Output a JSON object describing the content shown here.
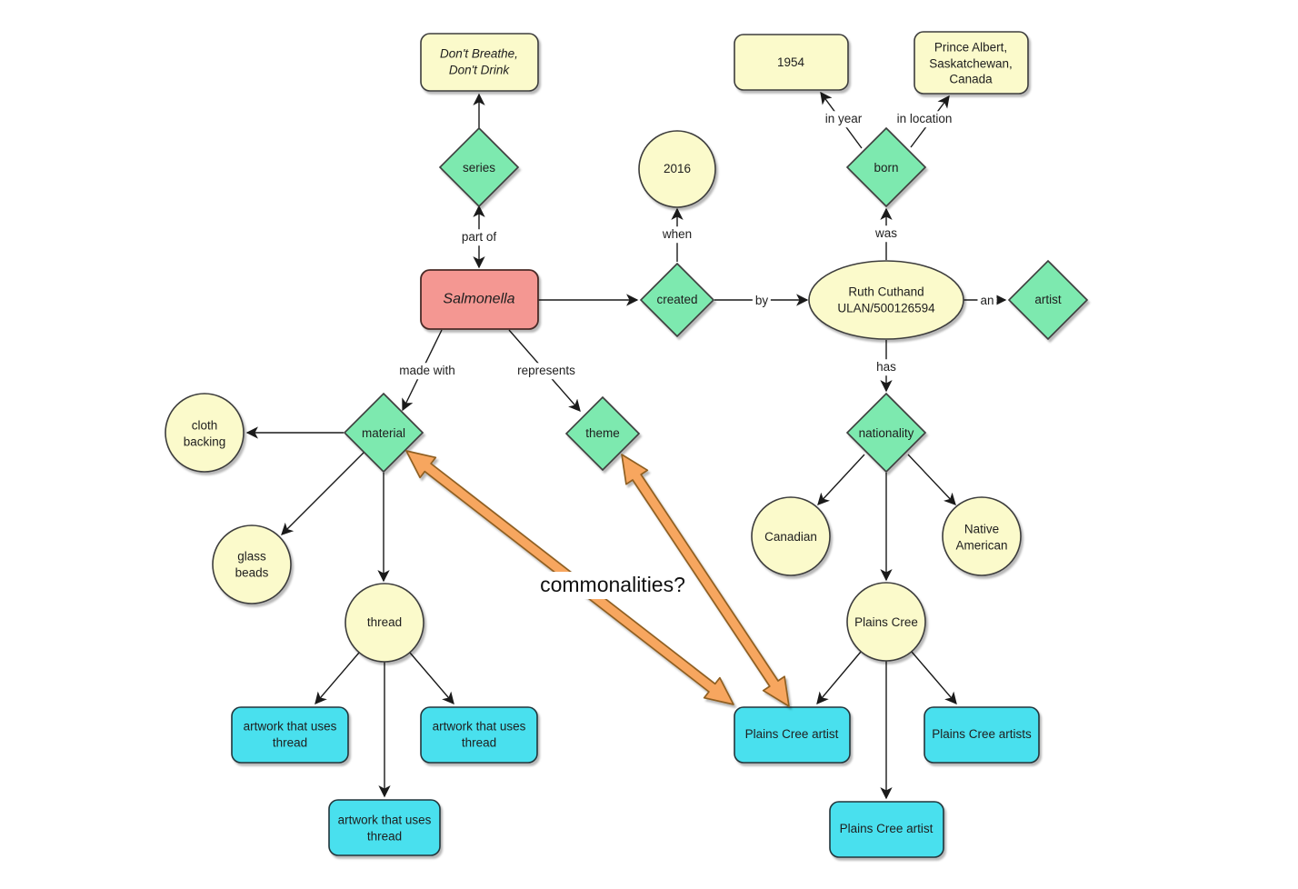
{
  "diagram": {
    "nodes": {
      "dont_breathe": "Don't Breathe,\nDon't Drink",
      "series": "series",
      "salmonella": "Salmonella",
      "year_2016": "2016",
      "created": "created",
      "ruth_cuthand": "Ruth Cuthand\nULAN/500126594",
      "artist": "artist",
      "year_1954": "1954",
      "birthplace": "Prince Albert,\nSaskatchewan,\nCanada",
      "born": "born",
      "material": "material",
      "theme": "theme",
      "nationality": "nationality",
      "cloth_backing": "cloth\nbacking",
      "glass_beads": "glass\nbeads",
      "thread": "thread",
      "canadian": "Canadian",
      "native_american": "Native\nAmerican",
      "plains_cree": "Plains Cree",
      "artwork_thread_left": "artwork that uses\nthread",
      "artwork_thread_right": "artwork that uses\nthread",
      "artwork_thread_bottom": "artwork that uses\nthread",
      "plains_cree_artist_top": "Plains Cree artist",
      "plains_cree_artists": "Plains Cree artists",
      "plains_cree_artist_bottom": "Plains Cree artist"
    },
    "edge_labels": {
      "part_of": "part of",
      "when": "when",
      "by": "by",
      "an": "an",
      "was": "was",
      "in_year": "in year",
      "in_location": "in location",
      "made_with": "made with",
      "represents": "represents",
      "has": "has"
    },
    "annotation": {
      "question": "commonalities?"
    },
    "relations": [
      {
        "from": "Salmonella",
        "label": "part of",
        "to": "series"
      },
      {
        "from": "series",
        "label": "",
        "to": "Don't Breathe, Don't Drink"
      },
      {
        "from": "Salmonella",
        "label": "",
        "to": "created"
      },
      {
        "from": "created",
        "label": "when",
        "to": "2016"
      },
      {
        "from": "created",
        "label": "by",
        "to": "Ruth Cuthand ULAN/500126594"
      },
      {
        "from": "Ruth Cuthand ULAN/500126594",
        "label": "an",
        "to": "artist"
      },
      {
        "from": "Ruth Cuthand ULAN/500126594",
        "label": "was",
        "to": "born"
      },
      {
        "from": "born",
        "label": "in year",
        "to": "1954"
      },
      {
        "from": "born",
        "label": "in location",
        "to": "Prince Albert, Saskatchewan, Canada"
      },
      {
        "from": "Salmonella",
        "label": "made with",
        "to": "material"
      },
      {
        "from": "Salmonella",
        "label": "represents",
        "to": "theme"
      },
      {
        "from": "Ruth Cuthand ULAN/500126594",
        "label": "has",
        "to": "nationality"
      },
      {
        "from": "material",
        "label": "",
        "to": "cloth backing"
      },
      {
        "from": "material",
        "label": "",
        "to": "glass beads"
      },
      {
        "from": "material",
        "label": "",
        "to": "thread"
      },
      {
        "from": "nationality",
        "label": "",
        "to": "Canadian"
      },
      {
        "from": "nationality",
        "label": "",
        "to": "Native American"
      },
      {
        "from": "nationality",
        "label": "",
        "to": "Plains Cree"
      },
      {
        "from": "thread",
        "label": "",
        "to": "artwork that uses thread"
      },
      {
        "from": "thread",
        "label": "",
        "to": "artwork that uses thread"
      },
      {
        "from": "thread",
        "label": "",
        "to": "artwork that uses thread"
      },
      {
        "from": "Plains Cree",
        "label": "",
        "to": "Plains Cree artist"
      },
      {
        "from": "Plains Cree",
        "label": "",
        "to": "Plains Cree artists"
      },
      {
        "from": "Plains Cree",
        "label": "",
        "to": "Plains Cree artist"
      },
      {
        "from": "Plains Cree artist",
        "label": "commonalities?",
        "to": "material"
      },
      {
        "from": "Plains Cree artist",
        "label": "commonalities?",
        "to": "theme"
      }
    ],
    "colors": {
      "node_yellow": "#FBFACB",
      "node_green": "#7DE9AF",
      "node_pink": "#F49792",
      "node_cyan": "#48E0EE",
      "highlight_arrow_fill": "#F7A65E",
      "highlight_arrow_stroke": "#8F5F20",
      "edge_color": "#1A1A1A",
      "background": "#FFFFFF"
    }
  }
}
